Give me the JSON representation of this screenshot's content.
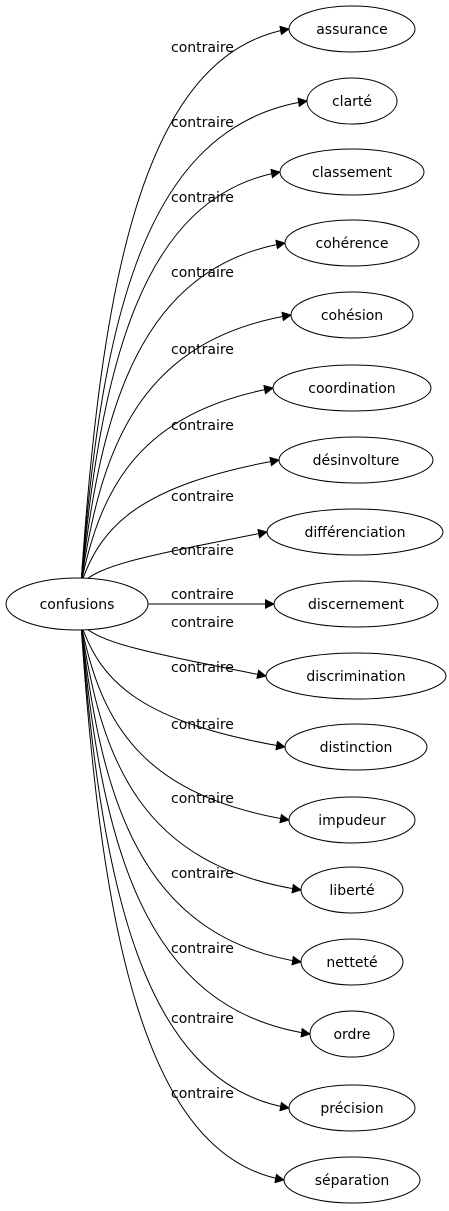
{
  "graph": {
    "source": "confusions",
    "edge_label": "contraire",
    "targets": [
      "assurance",
      "clarté",
      "classement",
      "cohérence",
      "cohésion",
      "coordination",
      "désinvolture",
      "différenciation",
      "discernement",
      "discrimination",
      "distinction",
      "impudeur",
      "liberté",
      "netteté",
      "ordre",
      "précision",
      "séparation"
    ]
  }
}
